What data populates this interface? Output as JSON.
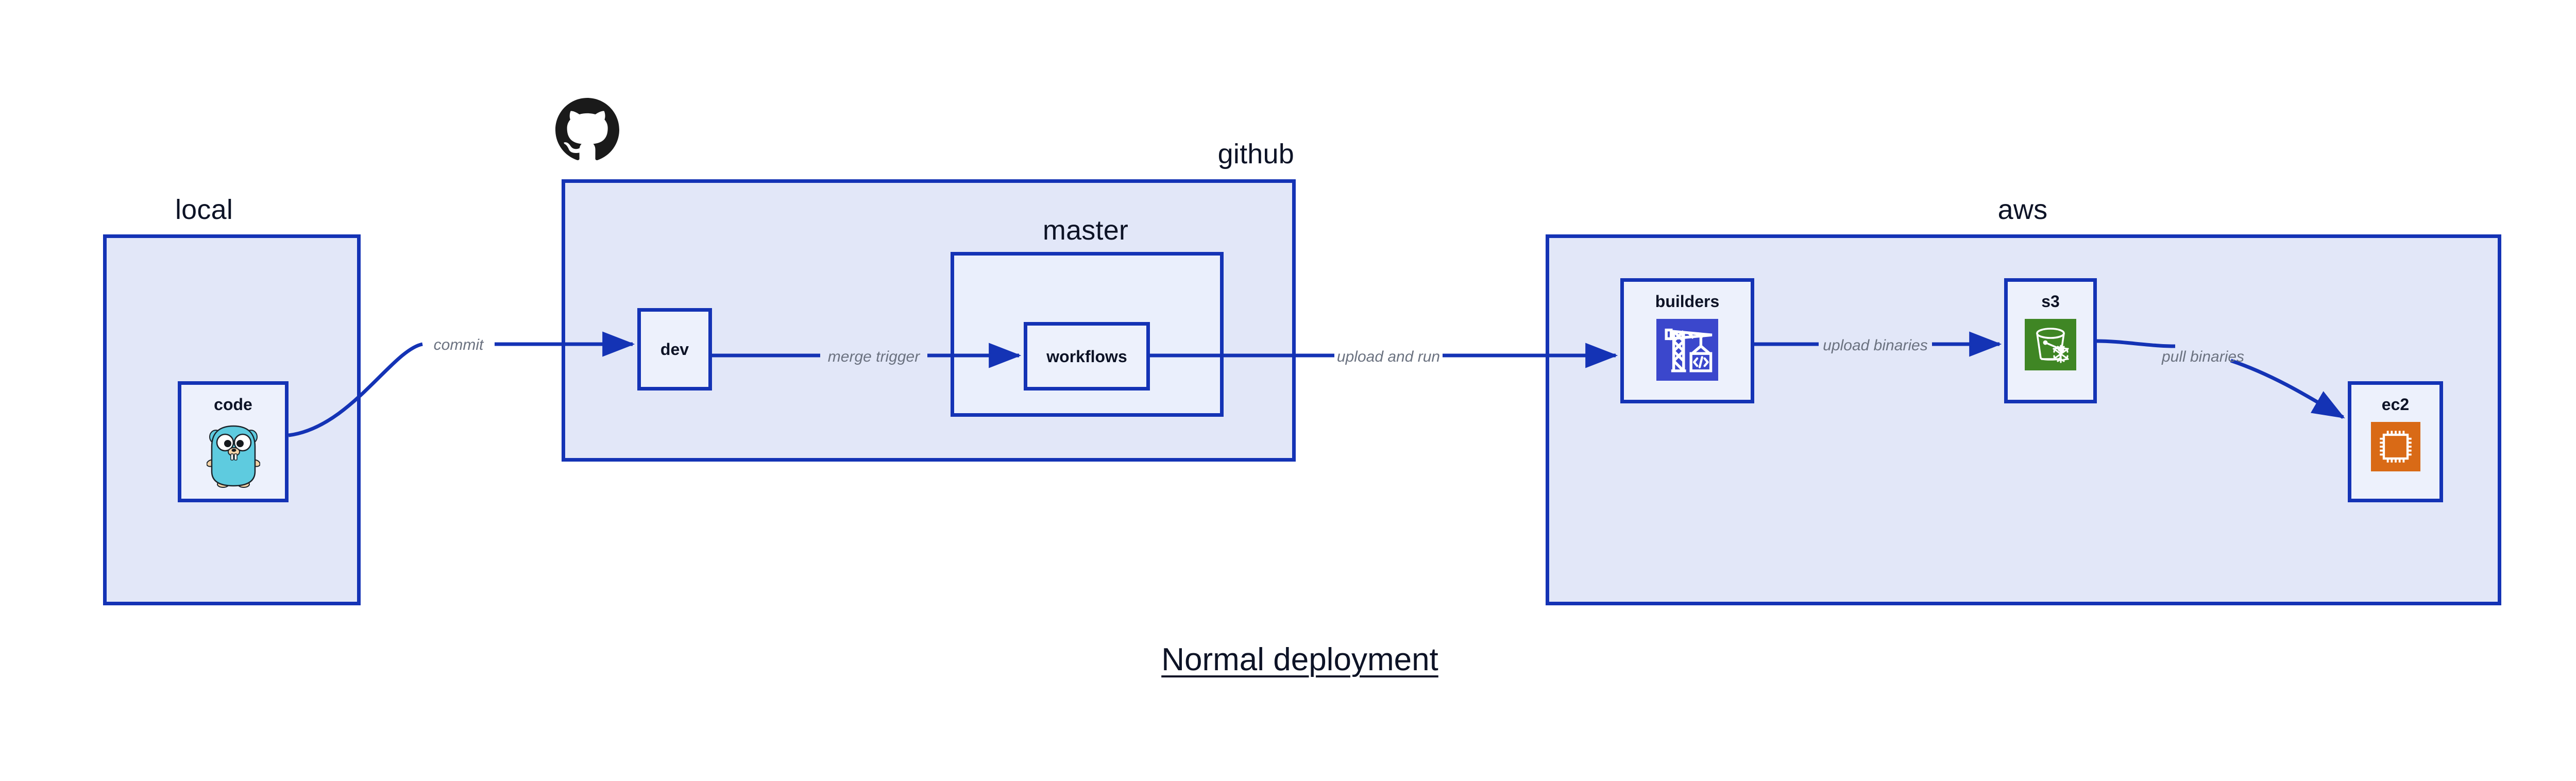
{
  "diagram": {
    "title": "Normal deployment",
    "colors": {
      "group_border": "#1433b5",
      "group_fill": "#e2e7f8",
      "nested_group_fill": "#eaeffc",
      "node_fill": "#edf1fc",
      "edge_stroke": "#1433b5",
      "edge_label_text": "#6b7280",
      "title_text": "#0d1326",
      "codebuild_blue": "#3b47cc",
      "s3_green": "#3f8624",
      "ec2_orange": "#d96a16",
      "gopher_cyan": "#5ecbdf",
      "github_black": "#1a1a1a"
    },
    "groups": [
      {
        "id": "local",
        "label": "local"
      },
      {
        "id": "github",
        "label": "github"
      },
      {
        "id": "master",
        "label": "master"
      },
      {
        "id": "aws",
        "label": "aws"
      }
    ],
    "nodes": [
      {
        "id": "code",
        "label": "code",
        "icon": "go-gopher-icon",
        "group": "local"
      },
      {
        "id": "dev",
        "label": "dev",
        "icon": null,
        "group": "github"
      },
      {
        "id": "workflows",
        "label": "workflows",
        "icon": null,
        "group": "master"
      },
      {
        "id": "builders",
        "label": "builders",
        "icon": "aws-codebuild-icon",
        "group": "aws"
      },
      {
        "id": "s3",
        "label": "s3",
        "icon": "aws-s3-glacier-icon",
        "group": "aws"
      },
      {
        "id": "ec2",
        "label": "ec2",
        "icon": "aws-ec2-icon",
        "group": "aws"
      }
    ],
    "edges": [
      {
        "id": "commit",
        "label": "commit",
        "from": "code",
        "to": "dev"
      },
      {
        "id": "merge-trigger",
        "label": "merge trigger",
        "from": "dev",
        "to": "workflows"
      },
      {
        "id": "upload-and-run",
        "label": "upload and run",
        "from": "workflows",
        "to": "builders"
      },
      {
        "id": "upload-binaries",
        "label": "upload binaries",
        "from": "builders",
        "to": "s3"
      },
      {
        "id": "pull-binaries",
        "label": "pull binaries",
        "from": "s3",
        "to": "ec2"
      }
    ],
    "logos": [
      {
        "id": "github-logo",
        "name": "github-octocat-icon"
      }
    ]
  }
}
